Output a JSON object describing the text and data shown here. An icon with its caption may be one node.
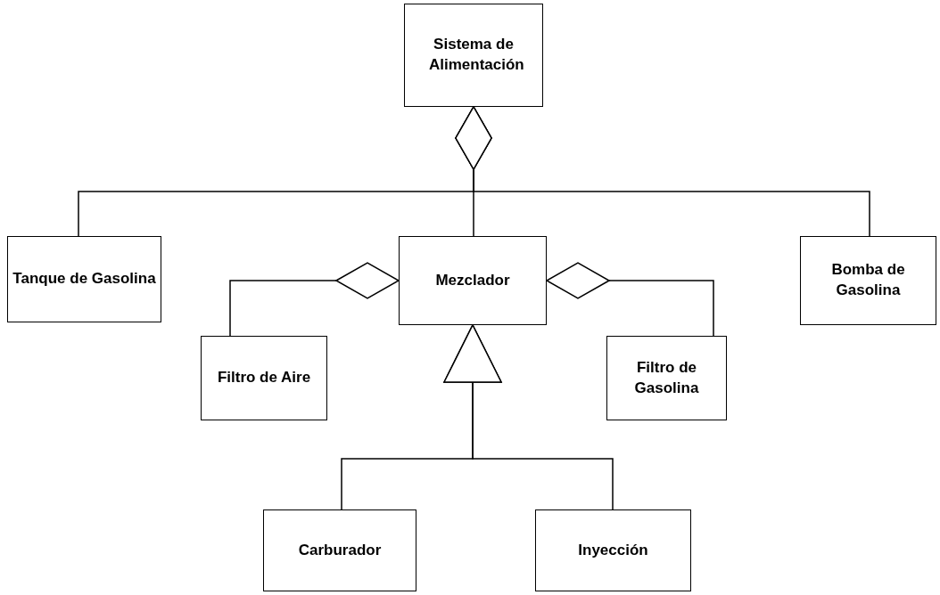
{
  "diagram": {
    "nodes": [
      {
        "text": [
          "Sistema de Alimentación"
        ]
      },
      {
        "text": [
          "Tanque de Gasolina"
        ]
      },
      {
        "text": [
          "Mezclador"
        ]
      },
      {
        "text": [
          "Bomba de Gasolina"
        ]
      },
      {
        "text": [
          "Filtro de Aire"
        ]
      },
      {
        "text": [
          "Filtro de Gasolina"
        ]
      },
      {
        "text": [
          "Carburador"
        ]
      },
      {
        "text": [
          "Inyección"
        ]
      }
    ],
    "edges": [
      {
        "from": 1,
        "to": 0,
        "arrow": "other"
      },
      {
        "from": 2,
        "to": 0,
        "arrow": "other"
      },
      {
        "from": 3,
        "to": 0,
        "arrow": "other"
      },
      {
        "from": 4,
        "to": 2,
        "arrow": "other"
      },
      {
        "from": 5,
        "to": 2,
        "arrow": "other"
      },
      {
        "from": 6,
        "to": 2,
        "arrow": "to"
      },
      {
        "from": 7,
        "to": 2,
        "arrow": "to"
      }
    ]
  }
}
